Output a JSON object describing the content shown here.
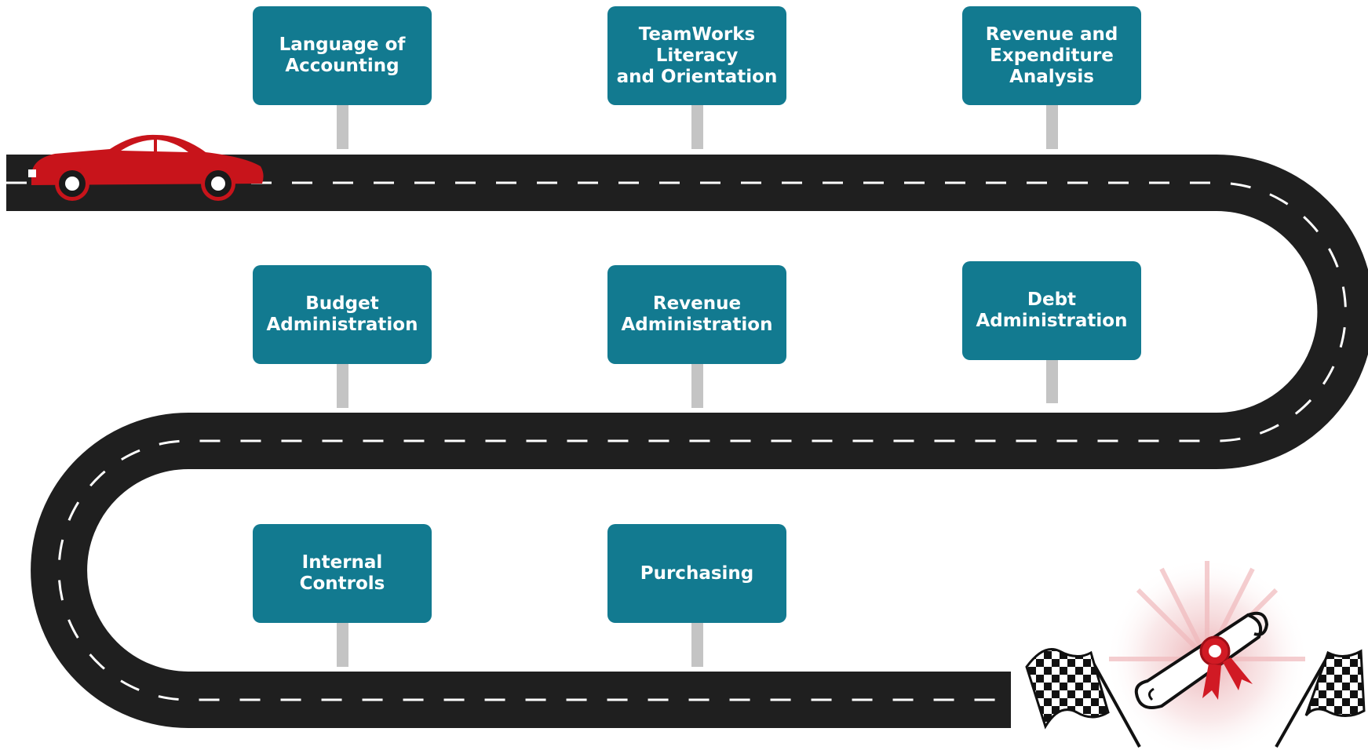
{
  "colors": {
    "sign": "#127a90",
    "road": "#1f1f1f",
    "lane": "#ffffff",
    "post": "#c4c4c4",
    "car": "#c8141b",
    "ribbon": "#d11a24"
  },
  "signs": [
    {
      "label": "Language of\nAccounting"
    },
    {
      "label": "TeamWorks\nLiteracy\nand Orientation"
    },
    {
      "label": "Revenue and\nExpenditure\nAnalysis"
    },
    {
      "label": "Budget\nAdministration"
    },
    {
      "label": "Revenue\nAdministration"
    },
    {
      "label": "Debt\nAdministration"
    },
    {
      "label": "Internal\nControls"
    },
    {
      "label": "Purchasing"
    }
  ],
  "icons": {
    "car": "car-icon",
    "diploma": "diploma-icon",
    "left_flag": "checkered-flag-icon",
    "right_flag": "checkered-flag-icon"
  }
}
